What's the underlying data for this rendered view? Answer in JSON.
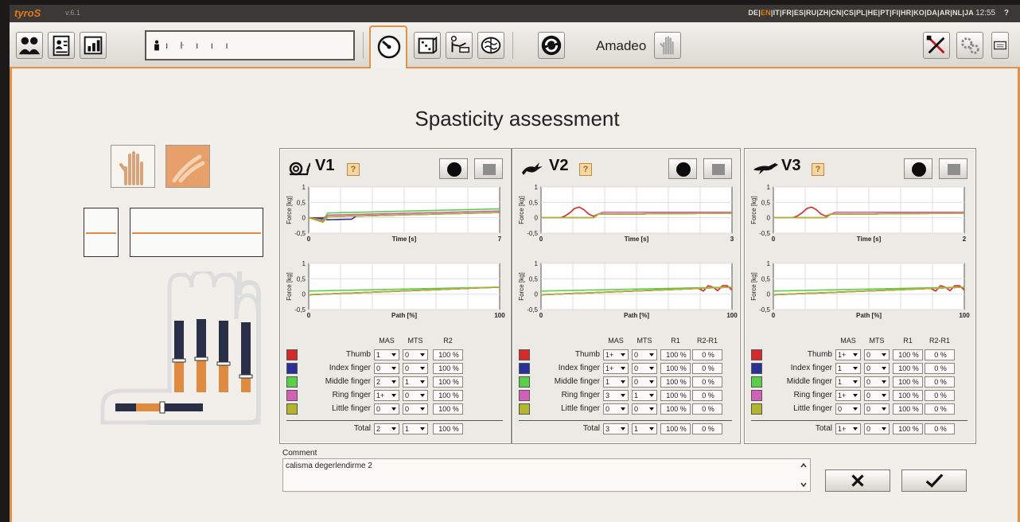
{
  "topbar": {
    "brand": "tyro",
    "brand_accent": "S",
    "version": "v.6.1",
    "languages": [
      "DE",
      "EN",
      "IT",
      "FR",
      "ES",
      "RU",
      "ZH",
      "CN",
      "CS",
      "PL",
      "HE",
      "PT",
      "FI",
      "HR",
      "KO",
      "DA",
      "AR",
      "NL",
      "JA"
    ],
    "active_language": "EN",
    "time": "12:55",
    "help": "?"
  },
  "toolbar": {
    "patient_name": "ı ŀ ı ı ı",
    "device_label": "Amadeo",
    "icons": [
      "patients-icon",
      "patient-file-icon",
      "report-chart-icon",
      "assessment-gauge-icon",
      "game-dice-icon",
      "therapy-arm-icon",
      "brain-icon",
      "sync-icon",
      "hand-device-icon",
      "tools-icon",
      "settings-gears-icon",
      "keyboard-icon"
    ]
  },
  "main": {
    "title": "Spasticity assessment",
    "comment_label": "Comment",
    "comment_text": "calisma degerlendirme 2"
  },
  "colors": {
    "accent": "#e2914a",
    "thumb": "#d42a2a",
    "index": "#2b2f9a",
    "middle": "#5ccf48",
    "ring": "#d25fb8",
    "little": "#b3b52c"
  },
  "rows": [
    "Thumb",
    "Index finger",
    "Middle finger",
    "Ring finger",
    "Little finger"
  ],
  "total_label": "Total",
  "panels": [
    {
      "label": "V1",
      "icon": "snail-icon",
      "headers": [
        "MAS",
        "MTS",
        "R2"
      ],
      "time_axis": {
        "xlabel": "Time [s]",
        "ylabel": "Force [kg]",
        "xmin": "0",
        "xmax": "7",
        "yticks": [
          "1",
          "0,5",
          "0",
          "-0,5"
        ]
      },
      "path_axis": {
        "xlabel": "Path [%]",
        "ylabel": "Force [kg]",
        "xmin": "0",
        "xmax": "100",
        "yticks": [
          "1",
          "0,5",
          "0",
          "-0,5"
        ]
      },
      "table": [
        [
          "1",
          "0",
          "100 %"
        ],
        [
          "0",
          "0",
          "100 %"
        ],
        [
          "2",
          "1",
          "100 %"
        ],
        [
          "1+",
          "0",
          "100 %"
        ],
        [
          "0",
          "0",
          "100 %"
        ]
      ],
      "total": [
        "2",
        "1",
        "100 %"
      ]
    },
    {
      "label": "V2",
      "icon": "rabbit-icon",
      "headers": [
        "MAS",
        "MTS",
        "R1",
        "R2-R1"
      ],
      "time_axis": {
        "xlabel": "Time [s]",
        "ylabel": "Force [kg]",
        "xmin": "0",
        "xmax": "3",
        "yticks": [
          "1",
          "0,5",
          "0",
          "-0,5"
        ]
      },
      "path_axis": {
        "xlabel": "Path [%]",
        "ylabel": "Force [kg]",
        "xmin": "0",
        "xmax": "100",
        "yticks": [
          "1",
          "0,5",
          "0",
          "-0,5"
        ]
      },
      "table": [
        [
          "1+",
          "0",
          "100 %",
          "0 %"
        ],
        [
          "1+",
          "0",
          "100 %",
          "0 %"
        ],
        [
          "1",
          "0",
          "100 %",
          "0 %"
        ],
        [
          "3",
          "1",
          "100 %",
          "0 %"
        ],
        [
          "0",
          "0",
          "100 %",
          "0 %"
        ]
      ],
      "total": [
        "3",
        "1",
        "100 %",
        "0 %"
      ]
    },
    {
      "label": "V3",
      "icon": "cheetah-icon",
      "headers": [
        "MAS",
        "MTS",
        "R1",
        "R2-R1"
      ],
      "time_axis": {
        "xlabel": "Time [s]",
        "ylabel": "Force [kg]",
        "xmin": "0",
        "xmax": "2",
        "yticks": [
          "1",
          "0,5",
          "0",
          "-0,5"
        ]
      },
      "path_axis": {
        "xlabel": "Path [%]",
        "ylabel": "Force [kg]",
        "xmin": "0",
        "xmax": "100",
        "yticks": [
          "1",
          "0,5",
          "0",
          "-0,5"
        ]
      },
      "table": [
        [
          "1+",
          "0",
          "100 %",
          "0 %"
        ],
        [
          "1",
          "0",
          "100 %",
          "0 %"
        ],
        [
          "1",
          "0",
          "100 %",
          "0 %"
        ],
        [
          "1+",
          "0",
          "100 %",
          "0 %"
        ],
        [
          "0",
          "0",
          "100 %",
          "0 %"
        ]
      ],
      "total": [
        "1+",
        "0",
        "100 %",
        "0 %"
      ]
    }
  ]
}
